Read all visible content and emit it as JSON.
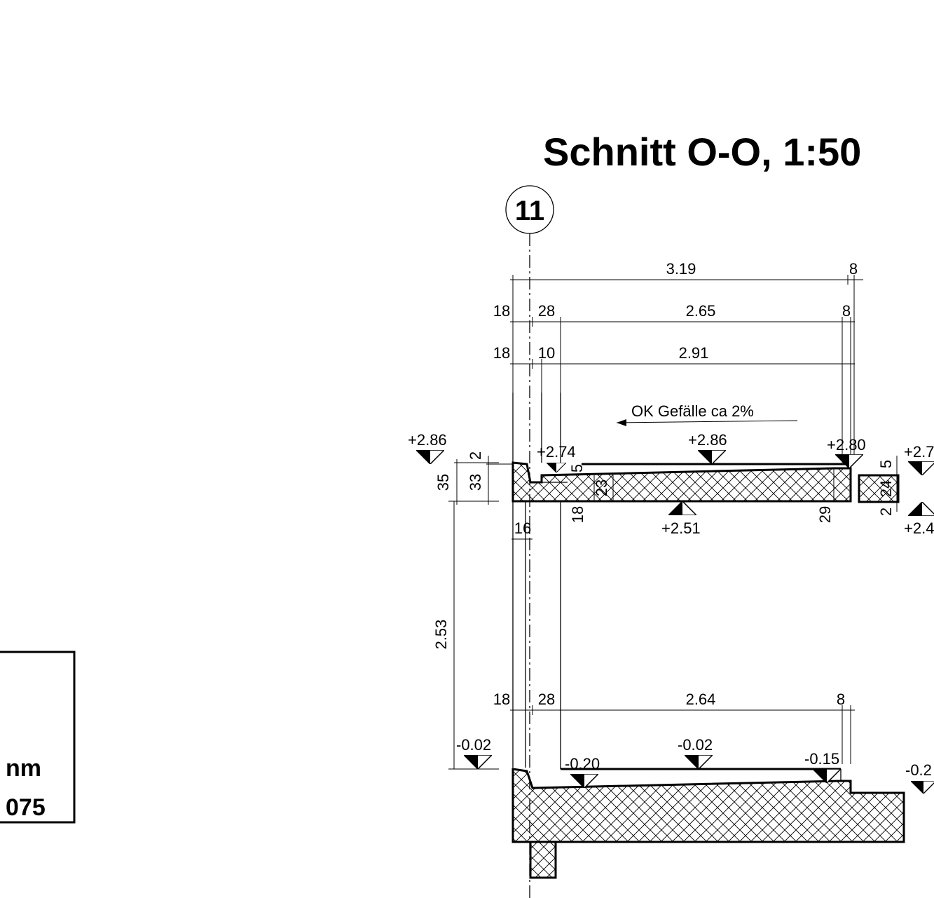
{
  "drawing": {
    "title": "Schnitt O-O, 1:50",
    "axis_label": "11",
    "note": "OK Gefälle ca 2%"
  },
  "dimensions": {
    "total_width": "3.19",
    "right_8_top": "8",
    "row2_left": "18",
    "row2_mid": "28",
    "row2_width": "2.65",
    "row2_right": "8",
    "row3_left": "18",
    "row3_mid": "10",
    "row3_width": "2.91",
    "slab_35": "35",
    "slab_33": "33",
    "slab_2": "2",
    "step_5": "5",
    "slab_23": "23",
    "slab_18": "18",
    "slab_29": "29",
    "right_5": "5",
    "right_24": "24",
    "right_2": "2",
    "wall_16": "16",
    "height_253": "2.53",
    "bottom_left": "18",
    "bottom_mid": "28",
    "bottom_width": "2.64",
    "bottom_right": "8"
  },
  "levels": {
    "left_top": "+2.86",
    "inner_top": "+2.74",
    "middle_top": "+2.86",
    "right_top": "+2.80",
    "far_right_top": "+2.7",
    "slab_soffit": "+2.51",
    "far_right_bottom": "+2.4",
    "left_ground": "-0.02",
    "floor_left": "-0.20",
    "floor_mid": "-0.02",
    "floor_right": "-0.15",
    "far_right_ground": "-0.2"
  },
  "stamp": {
    "line1": "nm",
    "line2": "075"
  }
}
